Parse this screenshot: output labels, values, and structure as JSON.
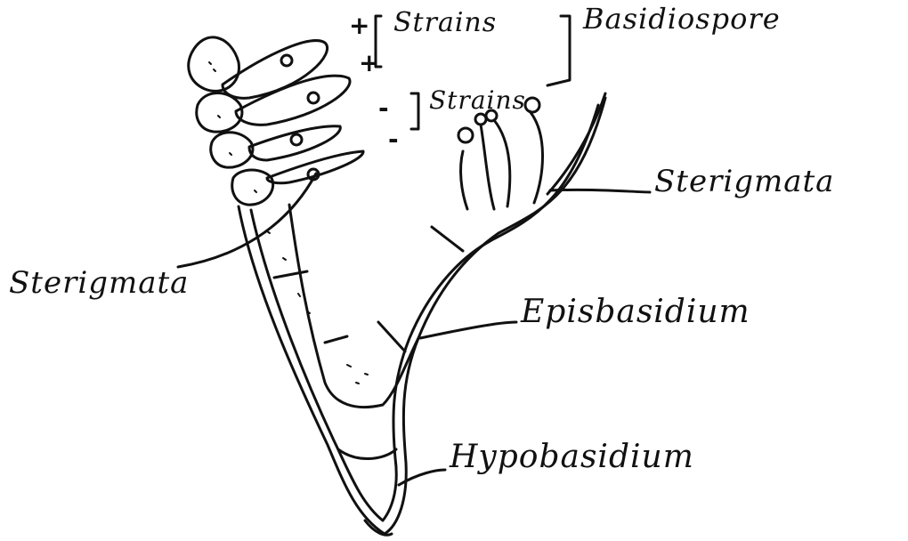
{
  "labels": {
    "strains_plus": "Strains",
    "basidiospore": "Basidiospore",
    "strains_minus": "Strains",
    "sterigmata_right": "Sterigmata",
    "sterigmata_left": "Sterigmata",
    "epibasidium": "Episbasidium",
    "hypobasidium": "Hypobasidium"
  },
  "signs": {
    "plus_1": "+",
    "plus_2": "+",
    "minus_1": "-",
    "minus_2": "-"
  }
}
